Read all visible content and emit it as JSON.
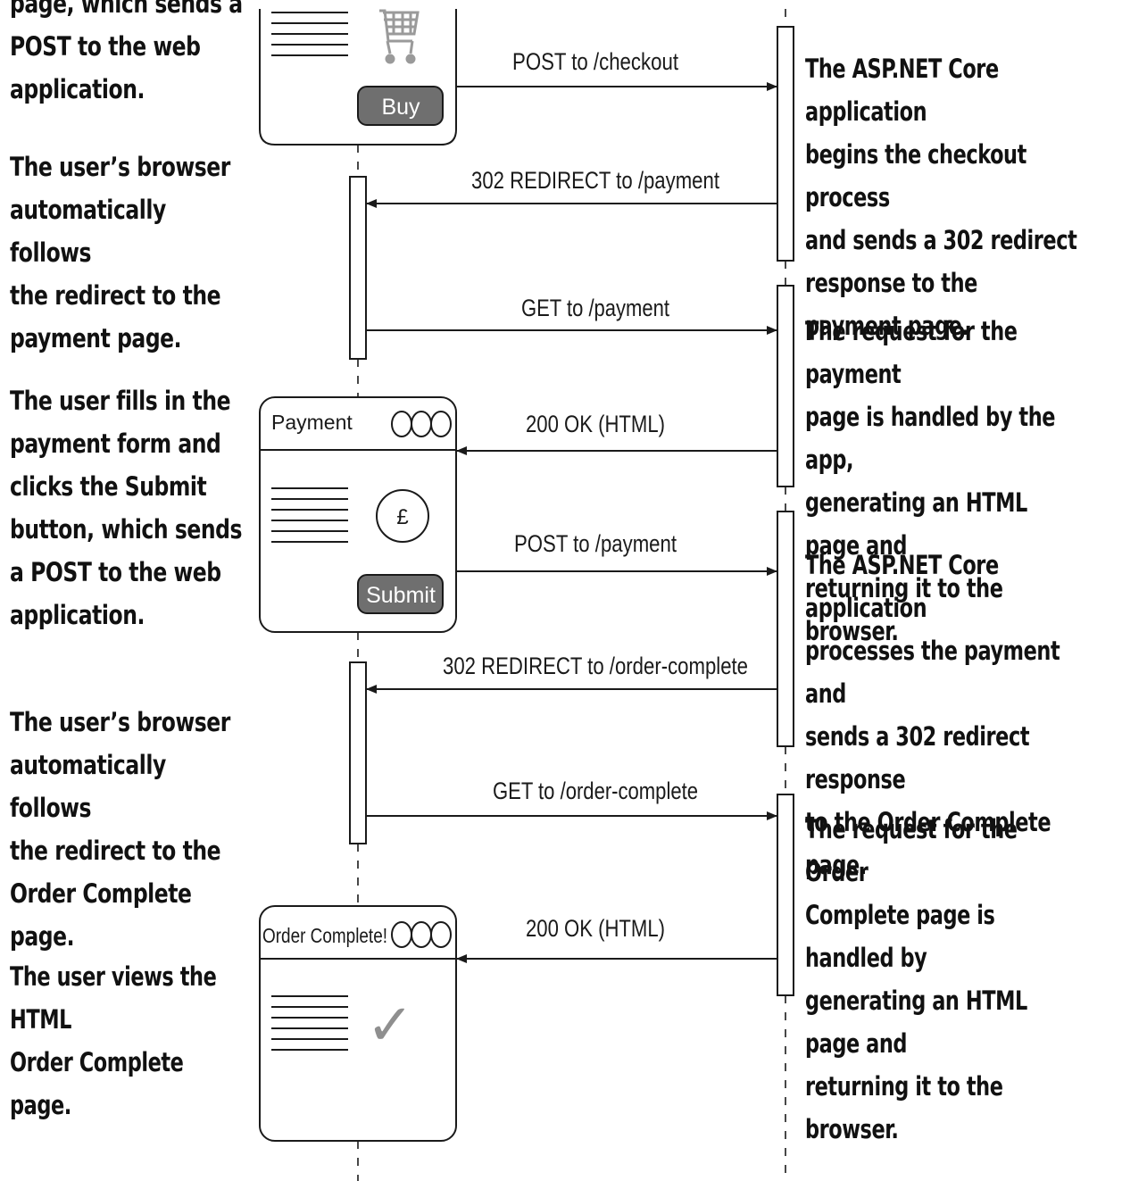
{
  "left_annotations": [
    {
      "id": "left-note-post-checkout",
      "text": "page, which sends a\nPOST to the web\napplication."
    },
    {
      "id": "left-note-follow-payment",
      "text": "The user’s browser\nautomatically follows\nthe redirect to the\npayment page."
    },
    {
      "id": "left-note-fill-payment",
      "text": "The user fills in the\npayment form and\nclicks the Submit\nbutton, which sends\na POST to the web\napplication."
    },
    {
      "id": "left-note-follow-order",
      "text": "The user’s browser\nautomatically follows\nthe redirect to the\nOrder Complete page."
    },
    {
      "id": "left-note-view-order",
      "text": "The user views the HTML\nOrder Complete page."
    }
  ],
  "right_annotations": [
    {
      "id": "right-note-checkout",
      "text": "The ASP.NET Core application\nbegins the checkout process\nand sends a 302 redirect\nresponse to the payment page."
    },
    {
      "id": "right-note-payment-request",
      "text": "The request for the payment\npage is handled by the app,\ngenerating an HTML page and\nreturning it to the browser."
    },
    {
      "id": "right-note-process-payment",
      "text": "The ASP.NET Core application\nprocesses the payment and\nsends a 302 redirect response\nto the Order Complete page."
    },
    {
      "id": "right-note-order-request",
      "text": "The request for the Order\nComplete page is handled by\ngenerating an HTML page and\nreturning it to the browser."
    }
  ],
  "messages": [
    {
      "id": "msg-post-checkout",
      "label": "POST to /checkout",
      "direction": "to-server"
    },
    {
      "id": "msg-redirect-payment",
      "label": "302 REDIRECT to /payment",
      "direction": "to-browser"
    },
    {
      "id": "msg-get-payment",
      "label": "GET to /payment",
      "direction": "to-server"
    },
    {
      "id": "msg-ok-payment",
      "label": "200 OK (HTML)",
      "direction": "to-browser"
    },
    {
      "id": "msg-post-payment",
      "label": "POST to /payment",
      "direction": "to-server"
    },
    {
      "id": "msg-redirect-order",
      "label": "302 REDIRECT to /order-complete",
      "direction": "to-browser"
    },
    {
      "id": "msg-get-order",
      "label": "GET to /order-complete",
      "direction": "to-server"
    },
    {
      "id": "msg-ok-order",
      "label": "200 OK (HTML)",
      "direction": "to-browser"
    }
  ],
  "browser_windows": {
    "cart": {
      "button_label": "Buy",
      "icon": "shopping-cart-icon"
    },
    "payment": {
      "title": "Payment",
      "button_label": "Submit",
      "icon": "pound-coin-icon",
      "icon_glyph": "£"
    },
    "order_complete": {
      "title": "Order Complete!",
      "icon": "checkmark-icon",
      "icon_glyph": "✓"
    }
  },
  "colors": {
    "line": "#1a1a1a",
    "button_fill": "#6f6f6f",
    "icon_gray": "#9a9a9a",
    "text": "#111111"
  }
}
